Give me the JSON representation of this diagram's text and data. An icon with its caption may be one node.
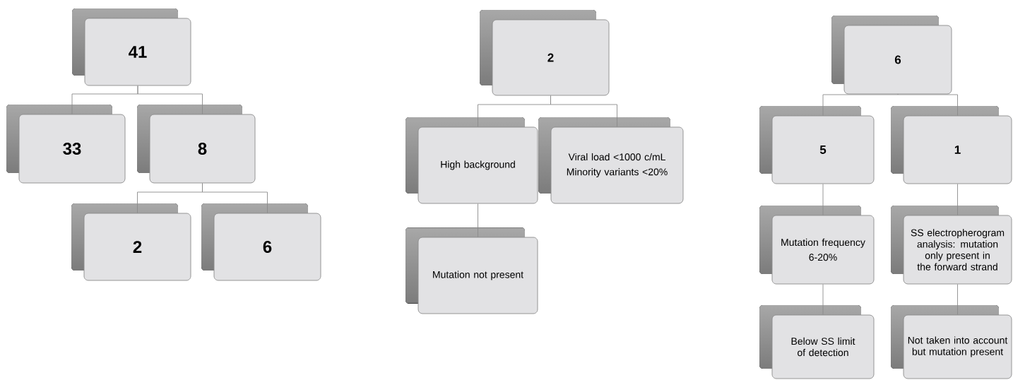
{
  "diagram": {
    "nodes": [
      {
        "text": [
          "41"
        ]
      },
      {
        "text": [
          "33"
        ]
      },
      {
        "text": [
          "8"
        ]
      },
      {
        "text": [
          "2"
        ]
      },
      {
        "text": [
          "6"
        ]
      },
      {
        "text": [
          "2"
        ]
      },
      {
        "text": [
          "High background"
        ]
      },
      {
        "text": [
          "Viral load <1000 c/mL",
          "Minority variants <20%"
        ]
      },
      {
        "text": [
          "Mutation not present"
        ]
      },
      {
        "text": [
          "6"
        ]
      },
      {
        "text": [
          "5"
        ]
      },
      {
        "text": [
          "1"
        ]
      },
      {
        "text": [
          "Mutation frequency",
          "6-20%"
        ]
      },
      {
        "text": [
          "SS electropherogram analysis: mutation only present in the forward strand"
        ]
      },
      {
        "text": [
          "Below SS limit of detection"
        ]
      },
      {
        "text": [
          "Not taken into account but mutation present"
        ]
      }
    ],
    "edges": [
      {
        "from": 0,
        "to": 1,
        "arrow": "none"
      },
      {
        "from": 0,
        "to": 2,
        "arrow": "none"
      },
      {
        "from": 2,
        "to": 3,
        "arrow": "none"
      },
      {
        "from": 2,
        "to": 4,
        "arrow": "none"
      },
      {
        "from": 5,
        "to": 6,
        "arrow": "none"
      },
      {
        "from": 5,
        "to": 7,
        "arrow": "none"
      },
      {
        "from": 6,
        "to": 8,
        "arrow": "none"
      },
      {
        "from": 9,
        "to": 10,
        "arrow": "none"
      },
      {
        "from": 9,
        "to": 11,
        "arrow": "none"
      },
      {
        "from": 10,
        "to": 12,
        "arrow": "none"
      },
      {
        "from": 11,
        "to": 13,
        "arrow": "none"
      },
      {
        "from": 12,
        "to": 14,
        "arrow": "none"
      },
      {
        "from": 13,
        "to": 15,
        "arrow": "none"
      }
    ]
  }
}
